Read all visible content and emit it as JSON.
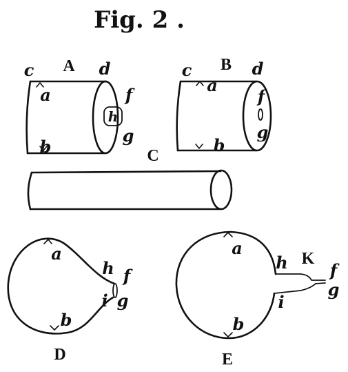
{
  "title": "Fig. 2 .",
  "parts": {
    "A": {
      "caption": "A",
      "labels": {
        "c": "c",
        "d": "d",
        "a": "a",
        "b": "b",
        "f": "f",
        "g": "g",
        "h": "h"
      }
    },
    "B": {
      "caption": "B",
      "labels": {
        "c": "c",
        "d": "d",
        "a": "a",
        "b": "b",
        "f": "f",
        "g": "g"
      }
    },
    "C": {
      "caption": "C"
    },
    "D": {
      "caption": "D",
      "labels": {
        "a": "a",
        "b": "b",
        "h": "h",
        "f": "f",
        "i": "i",
        "g": "g"
      }
    },
    "E": {
      "caption": "E",
      "labels": {
        "a": "a",
        "b": "b",
        "h": "h",
        "k": "K",
        "f": "f",
        "i": "i",
        "g": "g"
      }
    }
  }
}
